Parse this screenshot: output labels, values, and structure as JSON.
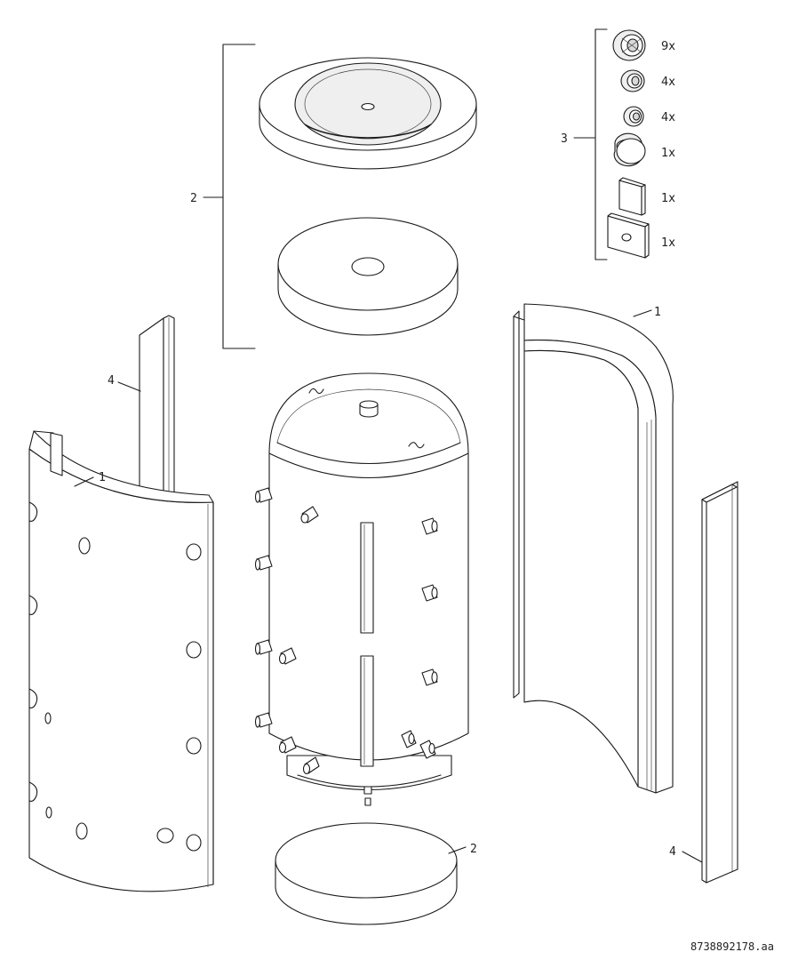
{
  "labels": {
    "insulation_shell": "1",
    "insulation_shell_right": "1",
    "insulation_disc": "2",
    "insulation_disc_bottom": "2",
    "accessories": "3",
    "cover_strip": "4",
    "cover_strip_right": "4"
  },
  "accessories": [
    {
      "qty": "9x",
      "icon": "large-rosette-icon"
    },
    {
      "qty": "4x",
      "icon": "medium-rosette-icon"
    },
    {
      "qty": "4x",
      "icon": "small-rosette-icon"
    },
    {
      "qty": "1x",
      "icon": "cap-icon"
    },
    {
      "qty": "1x",
      "icon": "bracket-plate-icon"
    },
    {
      "qty": "1x",
      "icon": "mounting-plate-icon"
    }
  ],
  "document_code": "8738892178.aa"
}
